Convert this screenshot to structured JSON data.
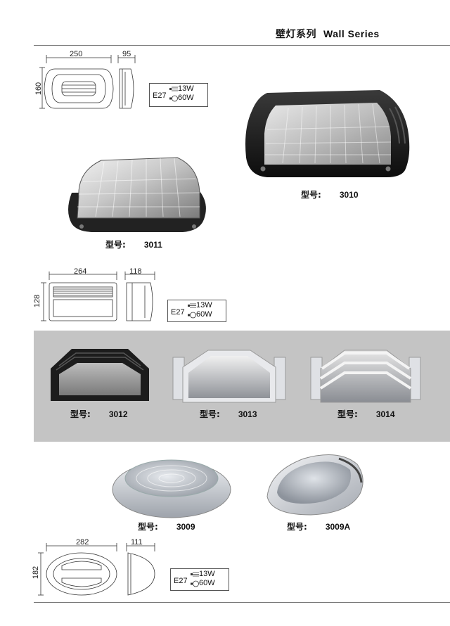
{
  "header": {
    "title_cn": "壁灯系列",
    "title_en": "Wall Series"
  },
  "spec_common": {
    "socket": "E27",
    "watt_cfl": "13W",
    "watt_inc": "60W"
  },
  "drawing1": {
    "width": "250",
    "depth": "95",
    "height": "160"
  },
  "drawing2": {
    "width": "264",
    "depth": "118",
    "height": "128"
  },
  "drawing3": {
    "width": "282",
    "depth": "111",
    "height": "182"
  },
  "models": {
    "label": "型号:",
    "m3010": "3010",
    "m3011": "3011",
    "m3012": "3012",
    "m3013": "3013",
    "m3014": "3014",
    "m3009": "3009",
    "m3009a": "3009A"
  },
  "colors": {
    "panel": "#c4c4c4",
    "lamp_black": "#1e1e1e",
    "lamp_silver": "#c9ccd2"
  }
}
